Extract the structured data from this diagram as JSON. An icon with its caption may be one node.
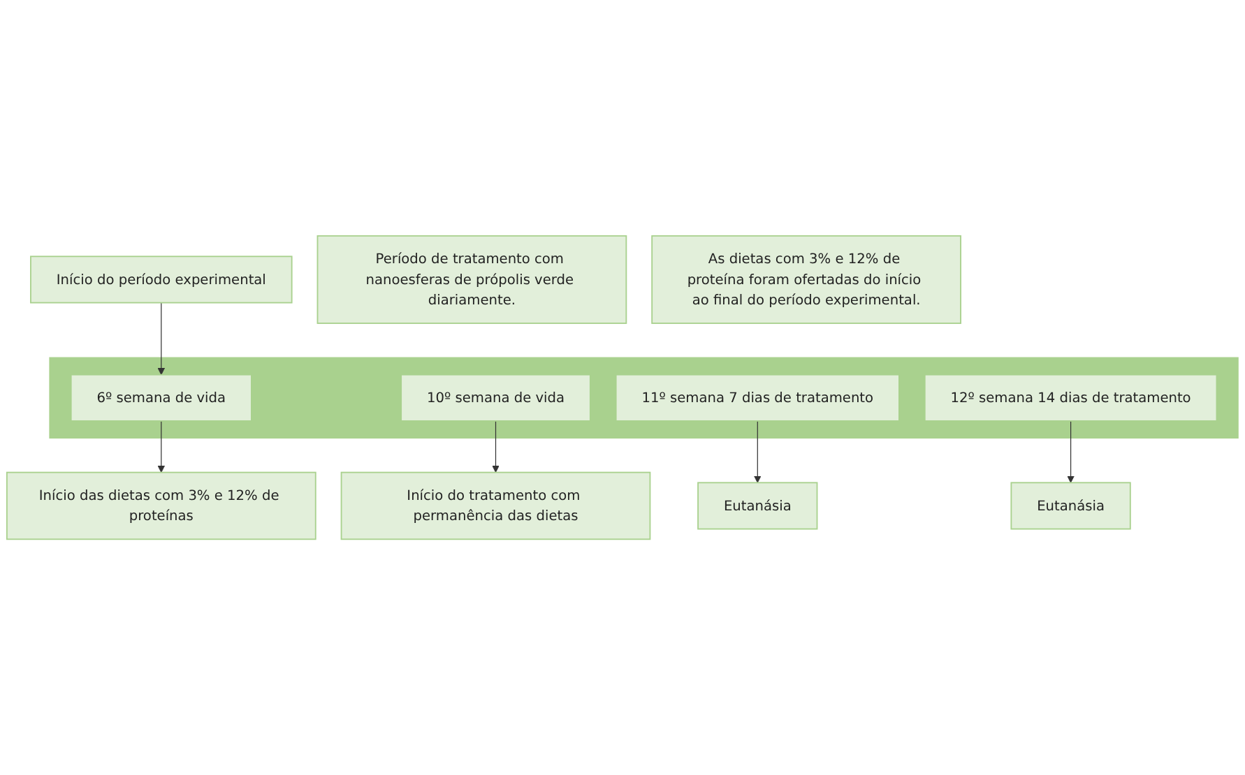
{
  "diagram": {
    "nodes": [
      {
        "text": [
          "Início do período experimental"
        ]
      },
      {
        "text": [
          "Período de tratamento com nanoesferas de própolis verde diariamente."
        ]
      },
      {
        "text": [],
        "shape": "arrow"
      },
      {
        "text": [
          "6º semana de vida"
        ],
        "in": 2
      },
      {
        "text": [
          "10º semana de vida"
        ],
        "in": 2
      },
      {
        "text": [
          "11º semana 7 dias de tratamento"
        ],
        "in": 2
      },
      {
        "text": [
          "12º semana 14 dias de tratamento"
        ],
        "in": 2
      },
      {
        "text": [
          "Início das dietas com 3% e 12% de proteínas"
        ]
      },
      {
        "text": [
          "Início do tratamento com permanência das dietas"
        ]
      },
      {
        "text": [
          "Eutanásia"
        ]
      },
      {
        "text": [
          "Eutanásia"
        ]
      },
      {
        "text": [
          "As dietas com 3% e 12% de proteína foram ofertadas do início ao final do período experimental."
        ]
      }
    ],
    "edges": [
      {
        "from": 0,
        "to": 3,
        "arrow": "to"
      },
      {
        "from": 3,
        "to": 7,
        "arrow": "to"
      },
      {
        "from": 4,
        "to": 8,
        "arrow": "to"
      },
      {
        "from": 5,
        "to": 9,
        "arrow": "to"
      },
      {
        "from": 6,
        "to": 10,
        "arrow": "to"
      }
    ]
  }
}
